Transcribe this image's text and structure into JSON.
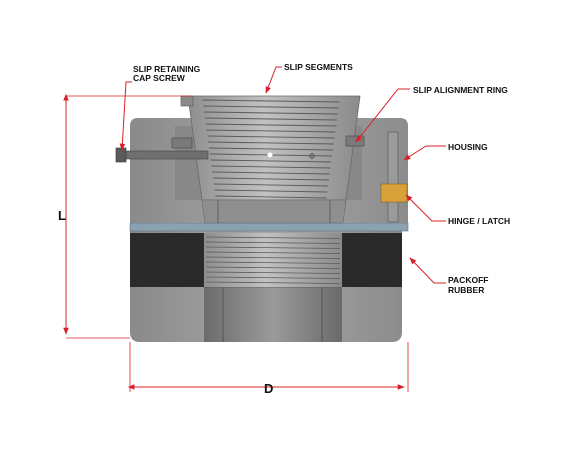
{
  "labels": {
    "slip_retaining_line1": "SLIP RETAINING",
    "slip_retaining_line2": "CAP SCREW",
    "slip_segments": "SLIP SEGMENTS",
    "slip_alignment_ring": "SLIP ALIGNMENT RING",
    "housing": "HOUSING",
    "hinge_latch": "HINGE / LATCH",
    "packoff_line1": "PACKOFF",
    "packoff_line2": "RUBBER"
  },
  "dimensions": {
    "length": "L",
    "diameter": "D"
  },
  "colors": {
    "leader": "#d8202a",
    "body_gray": "#8e8e8e",
    "body_light": "#b4b4b4",
    "rubber": "#2a2a2a",
    "slip_gray": "#a4a4a4",
    "thread_line": "#5a5a5a",
    "plate_blue": "#8aa1b1",
    "latch_orange": "#d9a13a"
  }
}
